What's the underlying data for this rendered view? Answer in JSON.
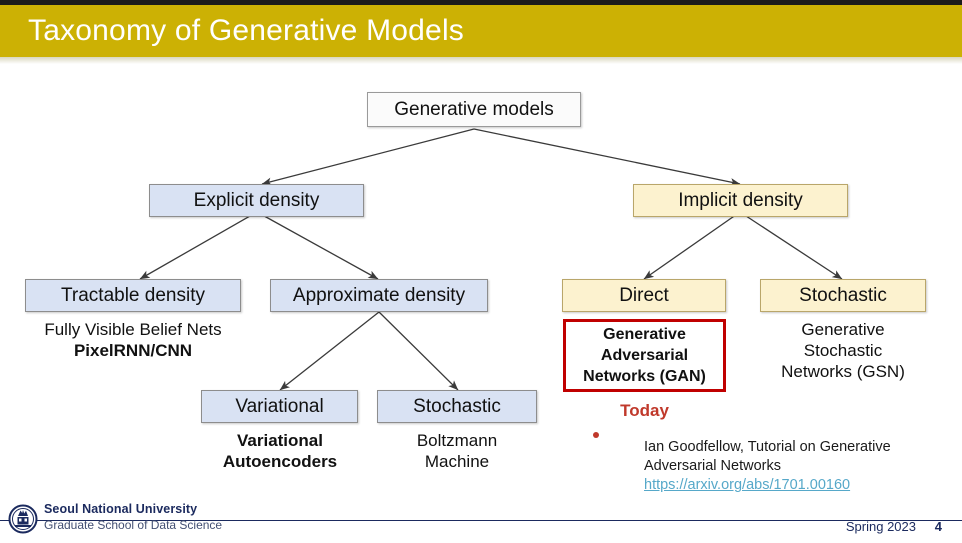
{
  "slide": {
    "title": "Taxonomy of Generative Models",
    "banner_color": "#ccb104"
  },
  "diagram": {
    "nodes": {
      "root": {
        "label": "Generative models",
        "style": "root"
      },
      "explicit": {
        "label": "Explicit density",
        "style": "blue"
      },
      "implicit": {
        "label": "Implicit density",
        "style": "cream"
      },
      "tractable": {
        "label": "Tractable density",
        "style": "blue"
      },
      "approximate": {
        "label": "Approximate density",
        "style": "blue"
      },
      "direct": {
        "label": "Direct",
        "style": "cream"
      },
      "stochastic_right": {
        "label": "Stochastic",
        "style": "cream"
      },
      "variational": {
        "label": "Variational",
        "style": "blue"
      },
      "stochastic_left": {
        "label": "Stochastic",
        "style": "blue"
      }
    },
    "captions": {
      "tractable": {
        "line1": "Fully Visible Belief Nets",
        "line2": "PixelRNN/CNN"
      },
      "variational": {
        "line1": "Variational",
        "line2": "Autoencoders"
      },
      "stochastic_left": {
        "line1": "Boltzmann",
        "line2": "Machine"
      },
      "stochastic_right": {
        "line1": "Generative",
        "line2": "Stochastic",
        "line3": "Networks (GSN)"
      }
    },
    "gan": {
      "line1": "Generative",
      "line2": "Adversarial",
      "line3": "Networks (GAN)",
      "today_label": "Today",
      "border_color": "#c00000",
      "today_color": "#c0392b"
    }
  },
  "reference": {
    "line1": "Ian Goodfellow, Tutorial on Generative",
    "line2": "Adversarial Networks",
    "link": "https://arxiv.org/abs/1701.00160",
    "link_color": "#56a8c9"
  },
  "footer": {
    "university": "Seoul National University",
    "school": "Graduate School of Data Science",
    "term": "Spring 2023",
    "page_number": "4",
    "accent_color": "#1b2a5e"
  }
}
